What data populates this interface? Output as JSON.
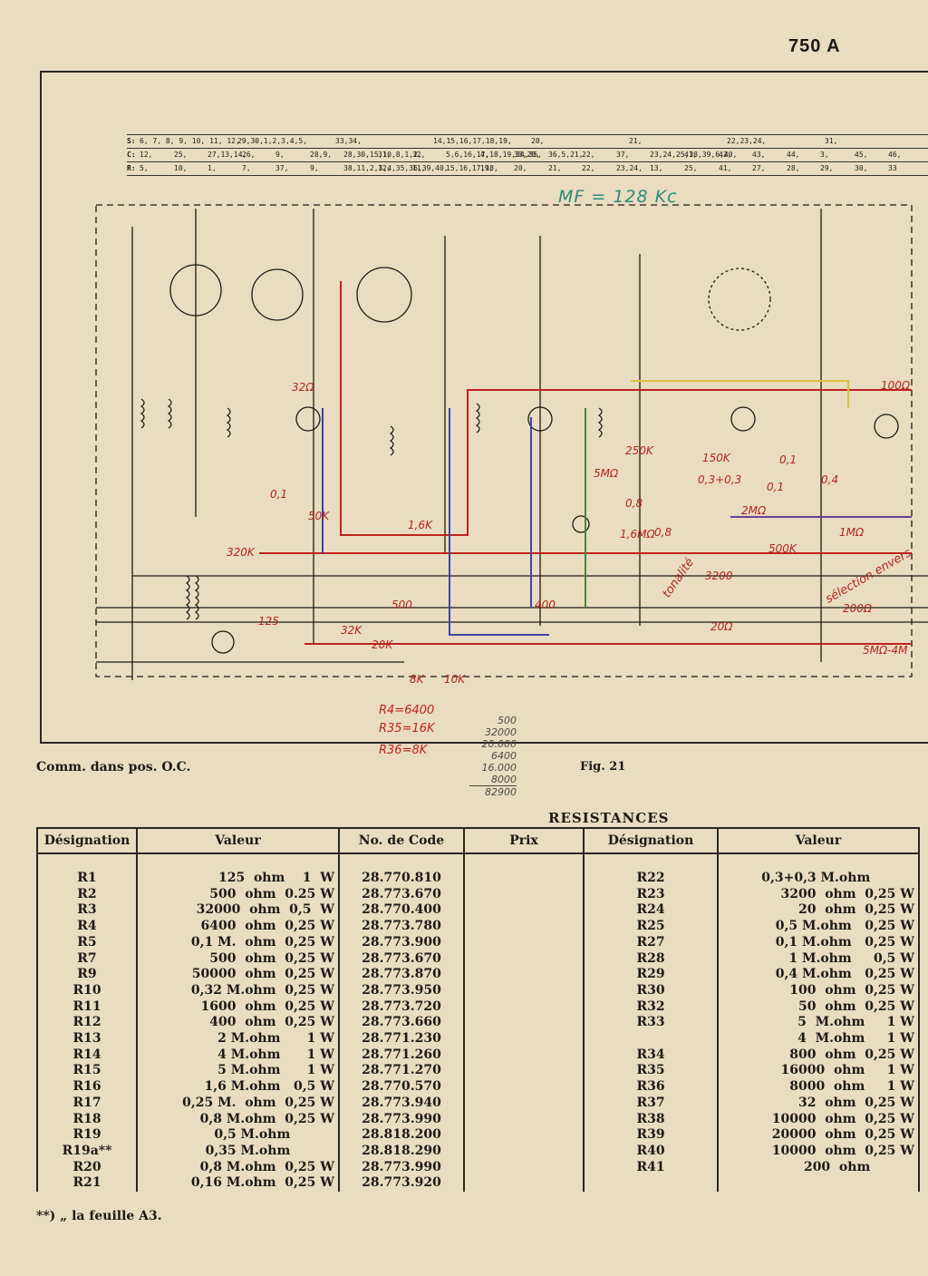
{
  "page_number": "750 A",
  "switch_table": {
    "rows": [
      {
        "label": "S:",
        "values": [
          "6, 7, 8, 9, 10, 11, 12,",
          "29,30,1,2,3,4,5,",
          "33,34,",
          "14,15,16,17,18,19,",
          "20,",
          "21,",
          "22,23,24,",
          "31,"
        ]
      },
      {
        "label": "C:",
        "values": [
          "12,",
          "25,",
          "27,13,14,",
          "26,",
          "9,",
          "28,9,",
          "28,30,15,10,8,1,2,",
          "31,",
          "32,",
          "5,6,16,17,18,19,34,35,",
          "4,",
          "33,20,",
          "36,5,21,",
          "22,",
          "37,",
          "23,24,25,38,39,6,40,",
          "41,",
          "42,",
          "43,",
          "44,",
          "3,",
          "45,",
          "46,"
        ]
      },
      {
        "label": "R:",
        "values": [
          "5,",
          "10,",
          "1,",
          "7,",
          "37,",
          "9,",
          "38,11,2,3,4,35,36,39,40,",
          "12,",
          "11,",
          "15,16,17,18,",
          "19,",
          "20,",
          "21,",
          "22,",
          "23,24,",
          "13,",
          "25,",
          "41,",
          "27,",
          "28,",
          "29,",
          "30,",
          "33"
        ]
      }
    ]
  },
  "annotations": {
    "mf": "MF = 128 Kc",
    "r_values": [
      "32Ω",
      "50K",
      "1,6K",
      "320K",
      "125",
      "500",
      "32K",
      "20K",
      "8K",
      "10K",
      "5MΩ",
      "250K",
      "150K",
      "0,3+0,3",
      "0,8",
      "1,6MΩ",
      "0,8",
      "2MΩ",
      "500K",
      "3200",
      "20Ω",
      "100Ω",
      "1MΩ",
      "200Ω",
      "5MΩ-4M",
      "0,1",
      "0,1",
      "0,4",
      "400",
      "0,1"
    ],
    "tonalite": "tonalité",
    "selection": "sélection envers"
  },
  "handwritten_r": [
    "R4=6400",
    "R35=16K",
    "R36=8K"
  ],
  "handwritten_sum": [
    "500",
    "32000",
    "20.000",
    "6400",
    "16.000",
    "8000",
    "82900"
  ],
  "captions": {
    "left": "Comm. dans pos. O.C.",
    "figure": "Fig. 21"
  },
  "resistances": {
    "title": "RESISTANCES",
    "headers": {
      "designation": "Désignation",
      "valeur": "Valeur",
      "code": "No. de Code",
      "prix": "Prix",
      "designation2": "Désignation",
      "valeur2": "Valeur"
    },
    "left_rows": [
      {
        "des": "R1",
        "val": "125  ohm    1  W",
        "code": "28.770.810"
      },
      {
        "des": "R2",
        "val": "500  ohm  0.25 W",
        "code": "28.773.670"
      },
      {
        "des": "R3",
        "val": "32000  ohm  0,5  W",
        "code": "28.770.400"
      },
      {
        "des": "R4",
        "val": "6400  ohm  0,25 W",
        "code": "28.773.780"
      },
      {
        "des": "R5",
        "val": "0,1 M.  ohm  0,25 W",
        "code": "28.773.900"
      },
      {
        "des": "R7",
        "val": "500  ohm  0,25 W",
        "code": "28.773.670"
      },
      {
        "des": "R9",
        "val": "50000  ohm  0,25 W",
        "code": "28.773.870"
      },
      {
        "des": "R10",
        "val": "0,32 M.ohm  0,25 W",
        "code": "28.773.950"
      },
      {
        "des": "R11",
        "val": "1600  ohm  0,25 W",
        "code": "28.773.720"
      },
      {
        "des": "R12",
        "val": "400  ohm  0,25 W",
        "code": "28.773.660"
      },
      {
        "des": "R13",
        "val": "2 M.ohm      1 W",
        "code": "28.771.230"
      },
      {
        "des": "R14",
        "val": "4 M.ohm      1 W",
        "code": "28.771.260"
      },
      {
        "des": "R15",
        "val": "5 M.ohm      1 W",
        "code": "28.771.270"
      },
      {
        "des": "R16",
        "val": "1,6 M.ohm   0,5 W",
        "code": "28.770.570"
      },
      {
        "des": "R17",
        "val": "0,25 M.  ohm  0,25 W",
        "code": "28.773.940"
      },
      {
        "des": "R18",
        "val": "0,8 M.ohm  0,25 W",
        "code": "28.773.990"
      },
      {
        "des": "R19",
        "val": "0,5 M.ohm          ",
        "code": "28.818.200"
      },
      {
        "des": "R19a**",
        "val": "0,35 M.ohm          ",
        "code": "28.818.290"
      },
      {
        "des": "R20",
        "val": "0,8 M.ohm  0,25 W",
        "code": "28.773.990"
      },
      {
        "des": "R21",
        "val": "0,16 M.ohm  0,25 W",
        "code": "28.773.920"
      }
    ],
    "right_rows": [
      {
        "des": "R22",
        "val": "0,3+0,3 M.ohm          "
      },
      {
        "des": "R23",
        "val": "3200  ohm  0,25 W"
      },
      {
        "des": "R24",
        "val": "20  ohm  0,25 W"
      },
      {
        "des": "R25",
        "val": "0,5 M.ohm   0,25 W"
      },
      {
        "des": "R27",
        "val": "0,1 M.ohm   0,25 W"
      },
      {
        "des": "R28",
        "val": "1 M.ohm     0,5 W"
      },
      {
        "des": "R29",
        "val": "0,4 M.ohm   0,25 W"
      },
      {
        "des": "R30",
        "val": "100  ohm  0,25 W"
      },
      {
        "des": "R32",
        "val": "50  ohm  0,25 W"
      },
      {
        "des": "R33",
        "val": "5  M.ohm     1 W"
      },
      {
        "des": "",
        "val": "4  M.ohm     1 W"
      },
      {
        "des": "R34",
        "val": "800  ohm  0,25 W"
      },
      {
        "des": "R35",
        "val": "16000  ohm     1 W"
      },
      {
        "des": "R36",
        "val": "8000  ohm     1 W"
      },
      {
        "des": "R37",
        "val": "32  ohm  0,25 W"
      },
      {
        "des": "R38",
        "val": "10000  ohm  0,25 W"
      },
      {
        "des": "R39",
        "val": "20000  ohm  0,25 W"
      },
      {
        "des": "R40",
        "val": "10000  ohm  0,25 W"
      },
      {
        "des": "R41",
        "val": "200  ohm          "
      }
    ]
  },
  "footnote": "**)  „   la feuille A3.",
  "colors": {
    "paper": "#e9dcc0",
    "ink": "#1c1a17",
    "red_pencil": "#c0221d",
    "blue_pencil": "#3c45a8",
    "yellow_pencil": "#d9c23a",
    "green_ink": "#2b8a78"
  }
}
